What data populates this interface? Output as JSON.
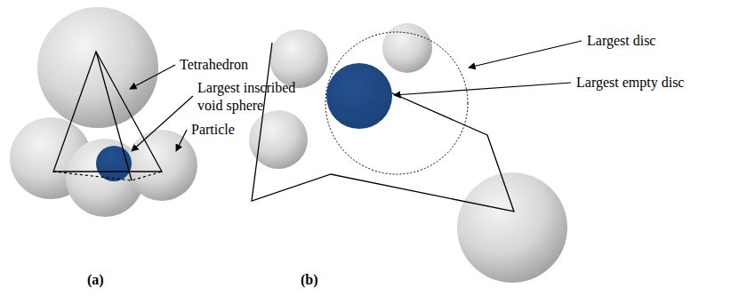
{
  "diagram": {
    "labels": [
      "Tetrahedron",
      "Largest inscribed void sphere",
      "Particle",
      "Largest disc",
      "Largest empty disc",
      "(a)",
      "(b)"
    ]
  }
}
